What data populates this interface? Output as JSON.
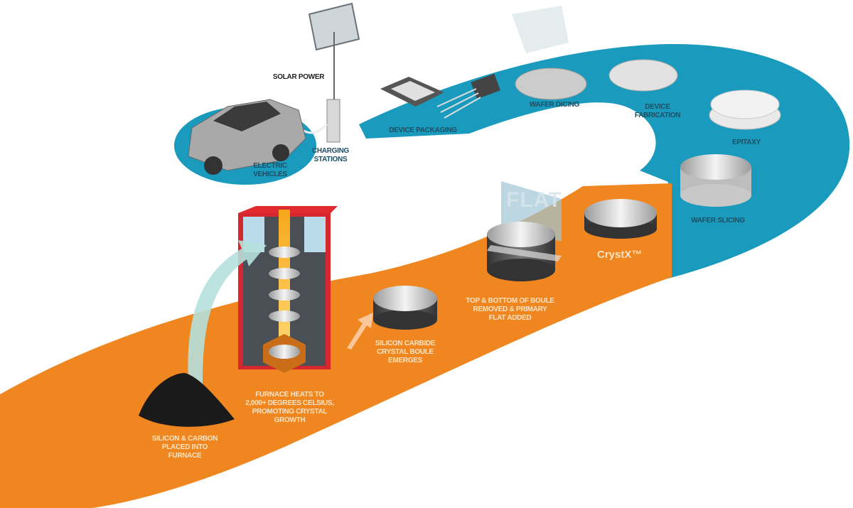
{
  "colors": {
    "blue": "#1a9bbd",
    "orange": "#f0861f",
    "furnace_red": "#d6262e"
  },
  "labels": {
    "solar_power": "SOLAR POWER",
    "charging_stations": "CHARGING STATIONS",
    "electric_vehicles": "ELECTRIC VEHICLES",
    "device_packaging": "DEVICE PACKAGING",
    "wafer_dicing": "WAFER DICING",
    "device_fabrication": "DEVICE FABRICATION",
    "epitaxy": "EPITAXY",
    "wafer_slicing": "WAFER SLICING",
    "crystx": "CrystX™",
    "flat": "FLAT",
    "top_bottom": "TOP & BOTTOM OF BOULE REMOVED & PRIMARY FLAT ADDED",
    "boule_emerges": "SILICON CARBIDE CRYSTAL BOULE EMERGES",
    "furnace_heats": "FURNACE HEATS TO 2,000+ DEGREES CELSIUS, PROMOTING CRYSTAL GROWTH",
    "silicon_carbon": "SILICON & CARBON PLACED INTO FURNACE"
  }
}
